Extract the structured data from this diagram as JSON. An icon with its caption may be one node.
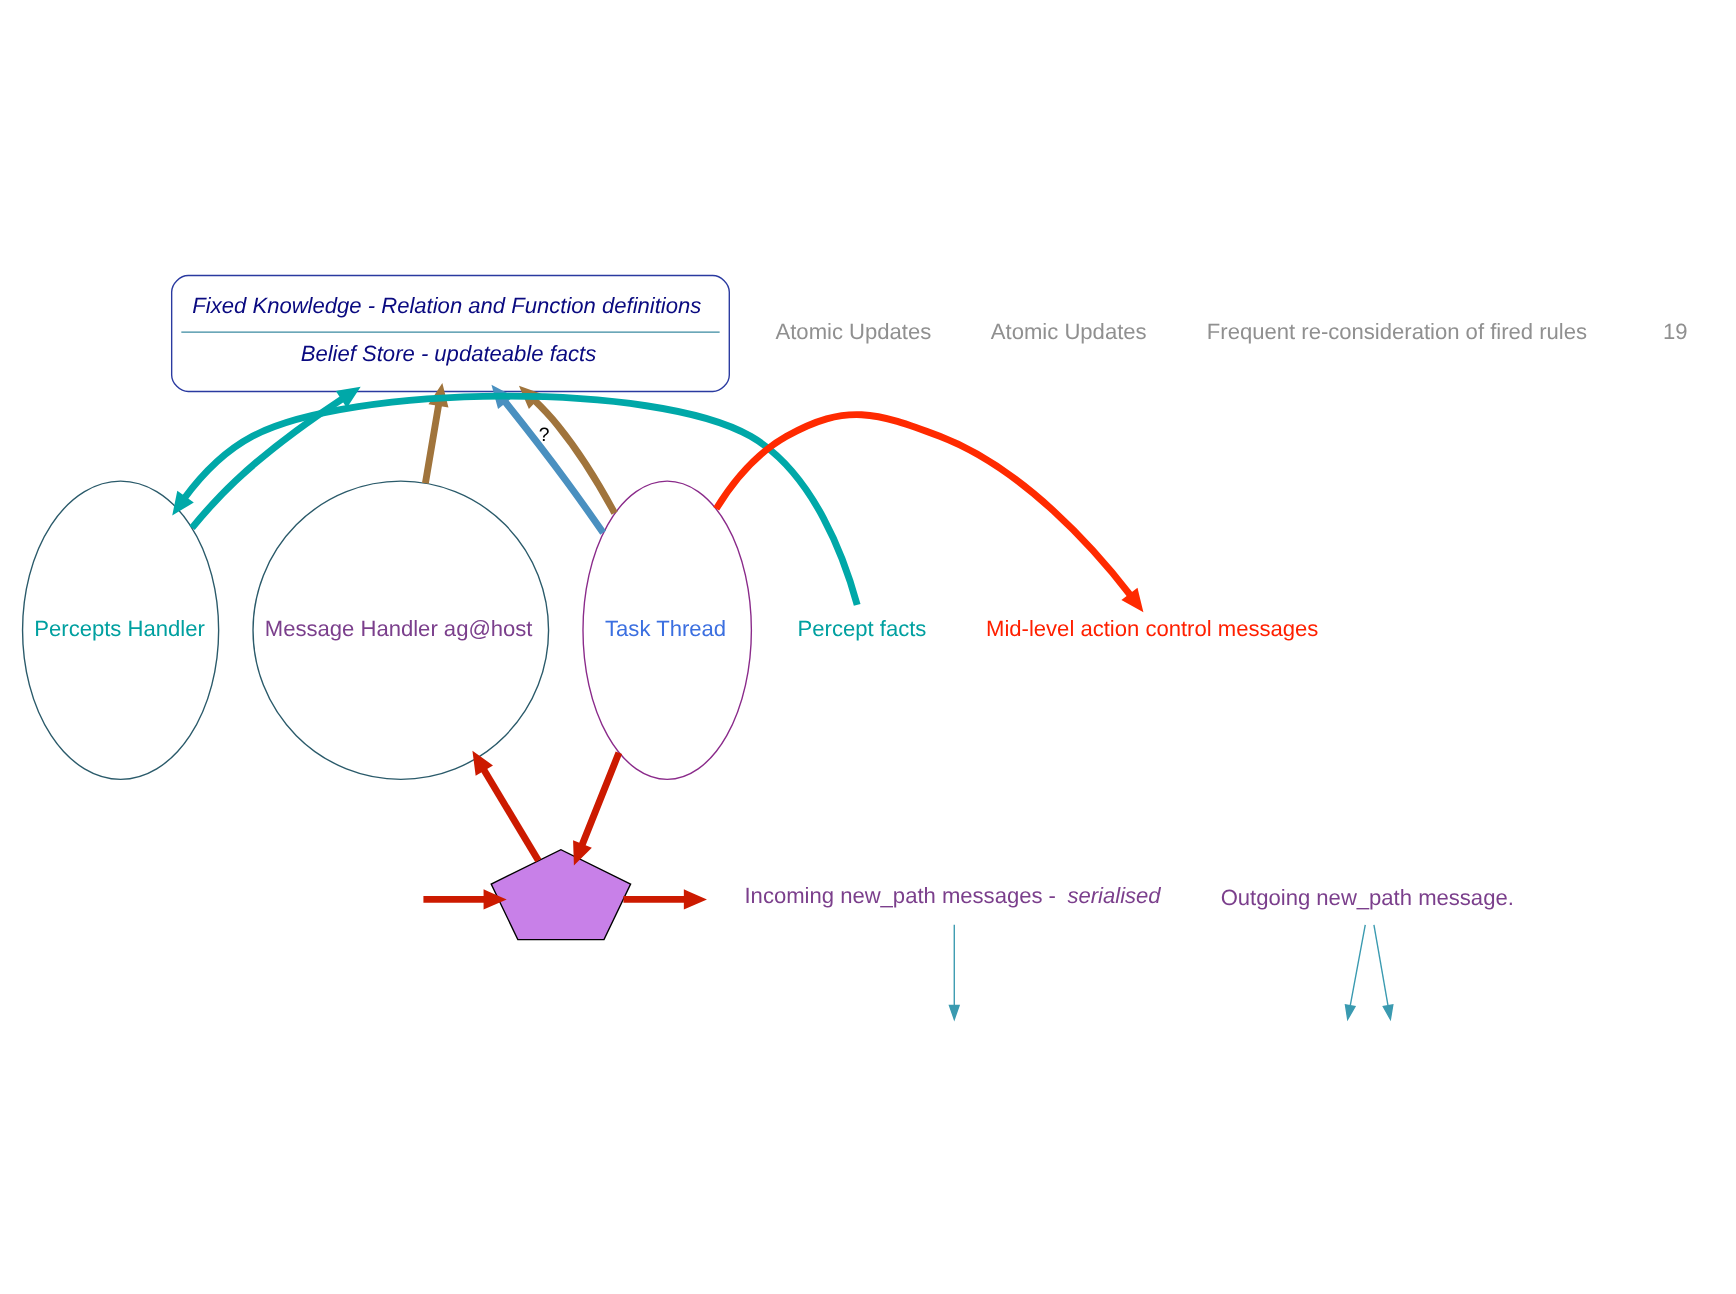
{
  "diagram": {
    "nodes": [
      {
        "text": [
          "Fixed Knowledge - Relation and Function definitions",
          "Belief Store - updateable facts"
        ]
      },
      {
        "text": [
          "Percepts Handler"
        ]
      },
      {
        "text": [
          "Message Handler ag@host"
        ]
      },
      {
        "text": [
          "Task Thread"
        ]
      },
      {
        "text": [],
        "shape": "pentagon"
      },
      {
        "text": [
          "Percept facts"
        ]
      },
      {
        "text": [
          "Mid-level action control messages"
        ]
      },
      {
        "text": [
          "Incoming new_path messages - *serialised*"
        ]
      },
      {
        "text": [
          "Outgoing new_path message."
        ]
      }
    ],
    "edges": [
      {
        "from": 5,
        "to": 1,
        "arrow": "to",
        "color": "#00a8a8"
      },
      {
        "from": 1,
        "to": 0,
        "arrow": "to",
        "color": "#00a8a8"
      },
      {
        "from": 2,
        "to": 0,
        "arrow": "to",
        "color": "#a0743c"
      },
      {
        "from": 3,
        "to": 0,
        "arrow": "to",
        "label": "?",
        "color": "#4a90c0"
      },
      {
        "from": 3,
        "to": 0,
        "arrow": "to",
        "color": "#a0743c"
      },
      {
        "from": 3,
        "to": 6,
        "arrow": "to",
        "color": "#ff2a00"
      },
      {
        "from": 4,
        "to": 2,
        "arrow": "to",
        "color": "#cc1a00"
      },
      {
        "from": 3,
        "to": 4,
        "arrow": "to",
        "color": "#cc1a00"
      },
      {
        "from": 4,
        "to": null,
        "arrow": "to",
        "color": "#cc1a00"
      },
      {
        "from": null,
        "to": 4,
        "arrow": "to",
        "color": "#cc1a00"
      },
      {
        "from": 7,
        "to": null,
        "arrow": "to",
        "color": "#3a9ab0"
      },
      {
        "from": 8,
        "to": null,
        "arrow": "to",
        "color": "#3a9ab0"
      },
      {
        "from": 8,
        "to": null,
        "arrow": "to",
        "color": "#3a9ab0"
      }
    ],
    "labels": [
      "Atomic Updates",
      "Atomic Updates",
      "Frequent re-consideration of fired rules",
      "19"
    ]
  }
}
